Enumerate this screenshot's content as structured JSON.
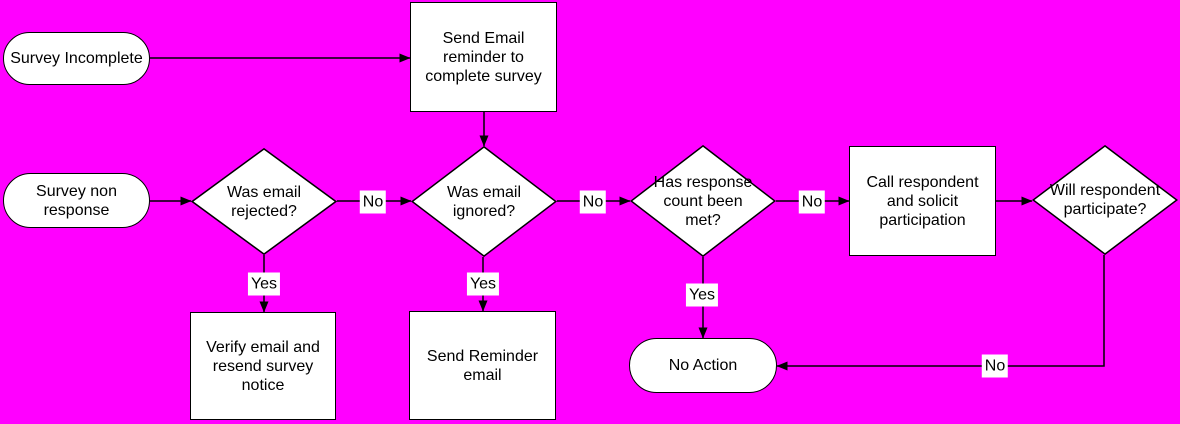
{
  "diagram": {
    "type": "flowchart",
    "colors": {
      "background": "#FF00FF",
      "shape_fill": "#FFFFFF",
      "shape_stroke": "#000000",
      "text": "#000000"
    },
    "nodes": {
      "survey_incomplete": {
        "type": "terminator",
        "label": "Survey Incomplete"
      },
      "send_email_reminder": {
        "type": "process",
        "label": "Send Email\nreminder to\ncomplete survey"
      },
      "survey_non_response": {
        "type": "terminator",
        "label": "Survey non\nresponse"
      },
      "was_email_rejected": {
        "type": "decision",
        "label": "Was email\nrejected?"
      },
      "was_email_ignored": {
        "type": "decision",
        "label": "Was email\nignored?"
      },
      "has_response_count_been_met": {
        "type": "decision",
        "label": "Has response\ncount been\nmet?"
      },
      "call_respondent": {
        "type": "process",
        "label": "Call respondent\nand solicit\nparticipation"
      },
      "will_respondent_participate": {
        "type": "decision",
        "label": "Will respondent\nparticipate?"
      },
      "verify_email_resend": {
        "type": "process",
        "label": "Verify email and\nresend survey\nnotice"
      },
      "send_reminder_email": {
        "type": "process",
        "label": "Send Reminder\nemail"
      },
      "no_action": {
        "type": "terminator",
        "label": "No Action"
      }
    },
    "edge_labels": {
      "rejected_no": "No",
      "rejected_yes": "Yes",
      "ignored_no": "No",
      "ignored_yes": "Yes",
      "count_no": "No",
      "count_yes": "Yes",
      "participate_no": "No"
    }
  }
}
